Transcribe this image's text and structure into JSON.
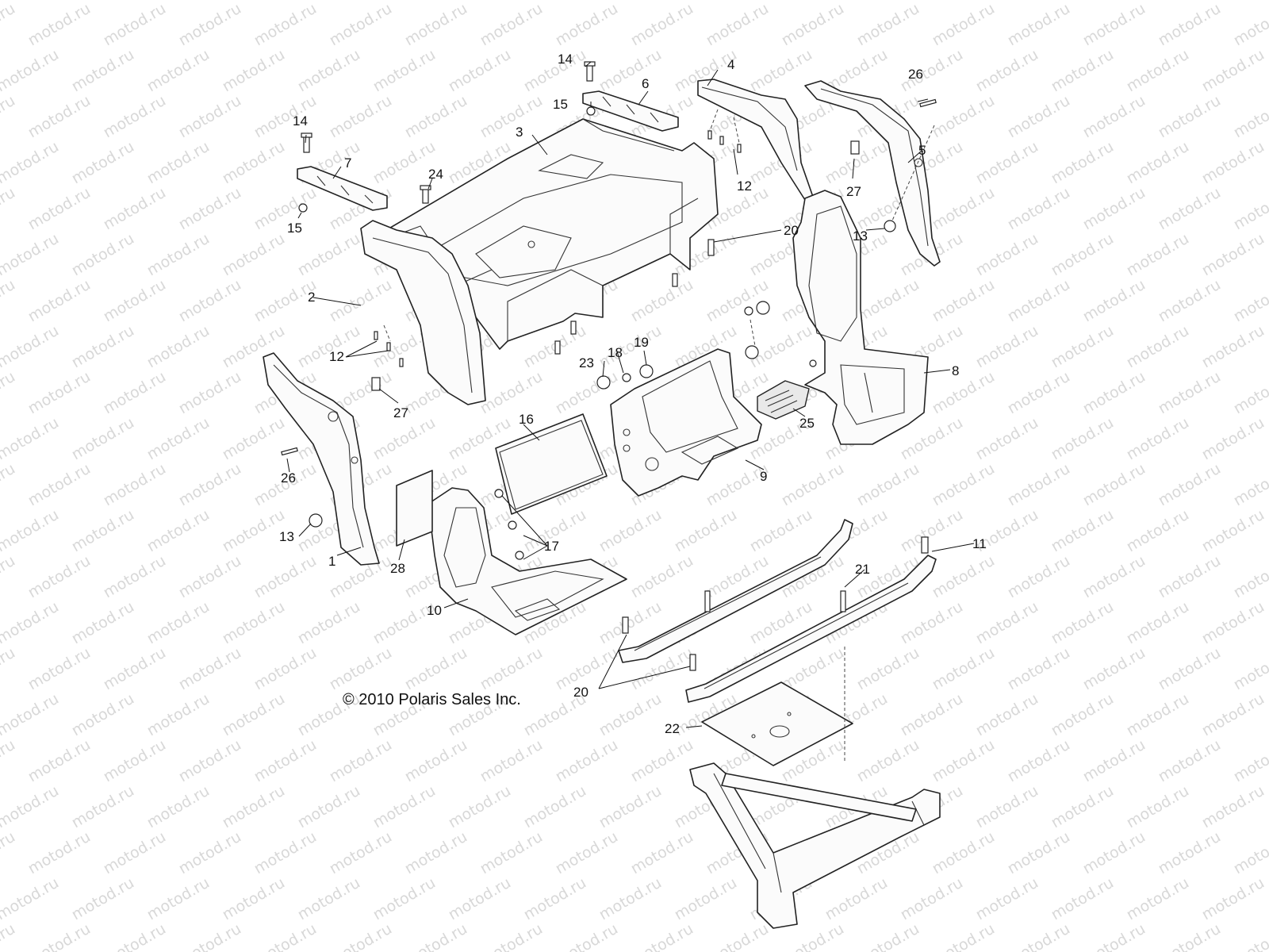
{
  "watermark": "motod.ru",
  "copyright": "© 2010 Polaris Sales Inc.",
  "callouts": {
    "c1": "1",
    "c2": "2",
    "c3": "3",
    "c4": "4",
    "c5": "5",
    "c6": "6",
    "c7": "7",
    "c8": "8",
    "c9": "9",
    "c10": "10",
    "c11": "11",
    "c12a": "12",
    "c12b": "12",
    "c13a": "13",
    "c13b": "13",
    "c14a": "14",
    "c14b": "14",
    "c15a": "15",
    "c15b": "15",
    "c16": "16",
    "c17": "17",
    "c18": "18",
    "c19": "19",
    "c20a": "20",
    "c20b": "20",
    "c21": "21",
    "c22": "22",
    "c23": "23",
    "c24": "24",
    "c25": "25",
    "c26a": "26",
    "c26b": "26",
    "c27a": "27",
    "c27b": "27",
    "c28": "28"
  },
  "colors": {
    "line": "#222222",
    "watermark": "#d8d8d8",
    "background": "#ffffff"
  }
}
